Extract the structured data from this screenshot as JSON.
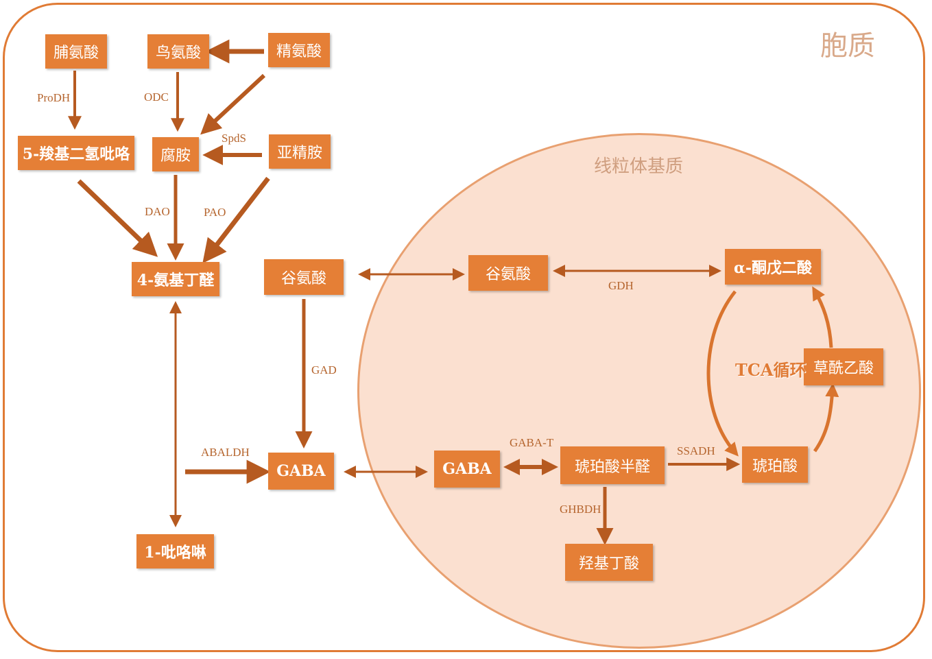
{
  "regions": {
    "cytoplasm": "胞质",
    "mito_matrix": "线粒体基质"
  },
  "nodes": {
    "proline": "脯氨酸",
    "ornithine": "鸟氨酸",
    "arginine": "精氨酸",
    "p5c": "5-羧基二氢吡咯",
    "putrescine": "腐胺",
    "spermidine": "亚精胺",
    "aminobutanal": "4-氨基丁醛",
    "glutamate_cyto": "谷氨酸",
    "glutamate_mito": "谷氨酸",
    "akg": "α-酮戊二酸",
    "oxaloacetate": "草酰乙酸",
    "gaba_cyto": "GABA",
    "gaba_mito": "GABA",
    "ssa": "琥珀酸半醛",
    "succinate": "琥珀酸",
    "ghb": "羟基丁酸",
    "pyrroline": "1-吡咯啉"
  },
  "enzymes": {
    "prodh": "ProDH",
    "odc": "ODC",
    "spds": "SpdS",
    "dao": "DAO",
    "pao": "PAO",
    "gdh": "GDH",
    "gad": "GAD",
    "abaldh": "ABALDH",
    "gabat": "GABA-T",
    "ssadh": "SSADH",
    "ghbdh": "GHBDH"
  },
  "tca_label": "TCA循环",
  "colors": {
    "node_fill": "#e57f36",
    "arrow": "#b65a20",
    "cell_border": "#e07b35",
    "mito_fill": "#fbe0d0"
  }
}
